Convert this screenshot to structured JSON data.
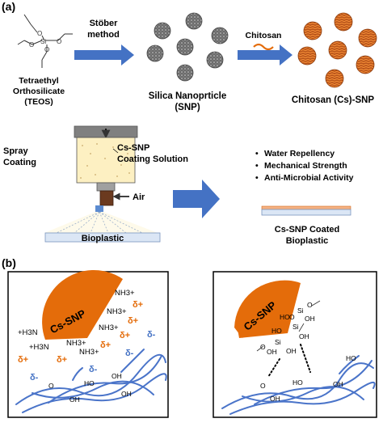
{
  "panel_a": {
    "label": "(a)",
    "teos": {
      "line1": "Tetraethyl",
      "line2": "Orthosilicate",
      "line3": "(TEOS)",
      "atom_si": "Si",
      "atom_o": "O"
    },
    "stober": {
      "line1": "Stöber",
      "line2": "method"
    },
    "snp": {
      "label": "Silica Nanoprticle",
      "abbr": "(SNP)"
    },
    "chitosan_label": "Chitosan",
    "cs_snp_label": "Chitosan (Cs)-SNP",
    "spray": {
      "label_line1": "Spray",
      "label_line2": "Coating",
      "solution_line1": "Cs-SNP",
      "solution_line2": "Coating Solution",
      "air": "Air",
      "substrate": "Bioplastic"
    },
    "benefits": [
      "Water Repellency",
      "Mechanical Strength",
      "Anti-Microbial Activity"
    ],
    "coated": {
      "line1": "Cs-SNP Coated",
      "line2": "Bioplastic"
    },
    "colors": {
      "arrow": "#4472c4",
      "particle_orange": "#e46c0a",
      "solution": "#fdf0c2",
      "coating": "#f4b183",
      "fiber": "#4a74c9"
    }
  },
  "panel_b": {
    "label": "(b)",
    "left": {
      "particle": "Cs-SNP",
      "amines": [
        "NH3+",
        "NH3+",
        "NH3+",
        "NH3+",
        "+H3N",
        "+H3N",
        "NH3+"
      ],
      "delta_plus": "δ+",
      "delta_minus": "δ-",
      "oh": [
        "OH",
        "HO",
        "OH",
        "OH",
        "O"
      ]
    },
    "right": {
      "particle": "Cs-SNP",
      "silanol": [
        "HO",
        "HO",
        "Si",
        "OH",
        "Si",
        "OH",
        "Si",
        "OH",
        "O",
        "O",
        "O",
        "OH"
      ],
      "oh": [
        "HO",
        "OH",
        "HO",
        "OH",
        "O"
      ]
    }
  }
}
